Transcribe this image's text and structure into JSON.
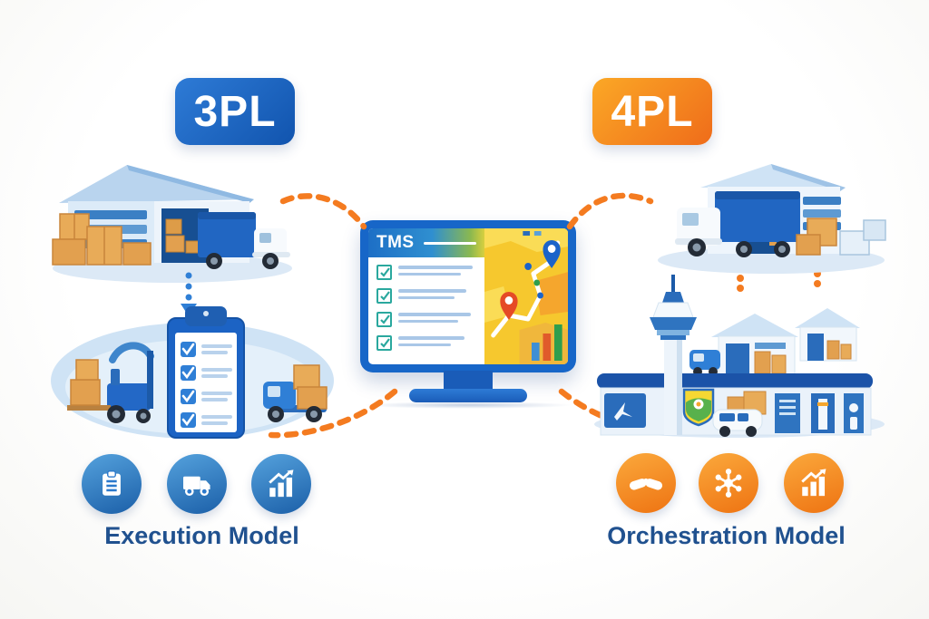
{
  "badges": {
    "threepl": "3PL",
    "fourpl": "4PL"
  },
  "monitor": {
    "title": "TMS"
  },
  "left": {
    "label": "Execution Model",
    "icons": [
      "clipboard-icon",
      "delivery-truck-icon",
      "growth-chart-icon"
    ],
    "scene_top": "warehouse-with-boxes-and-truck",
    "scene_middle": "forklift-checklist-truck-oval"
  },
  "right": {
    "label": "Orchestration Model",
    "icons": [
      "handshake-icon",
      "network-hub-icon",
      "growth-chart-icon"
    ],
    "scene_top": "truck-docking-warehouse-with-boxes",
    "scene_middle": "control-tower-terminal-and-warehouses"
  },
  "colors": {
    "blue_primary": "#1b63c4",
    "blue_badge_gradient": [
      "#2e7bd6",
      "#1154ae"
    ],
    "orange_badge_gradient": [
      "#fba826",
      "#ef6c1a"
    ],
    "navy_text": "#20518f",
    "connector_orange": "#f47b20",
    "map_yellow": "#f6c82e",
    "check_teal": "#2aa89e",
    "box_orange": "#e2a04f"
  }
}
